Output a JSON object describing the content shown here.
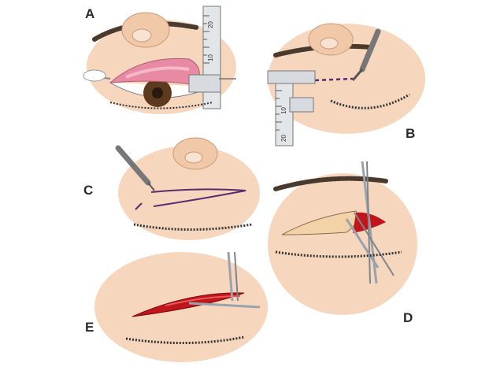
{
  "panels": [
    {
      "id": "A",
      "letter": "A"
    },
    {
      "id": "B",
      "letter": "B"
    },
    {
      "id": "C",
      "letter": "C"
    },
    {
      "id": "D",
      "letter": "D"
    },
    {
      "id": "E",
      "letter": "E"
    }
  ],
  "ruler_labels": {
    "A_top": "20",
    "A_mid": "10",
    "B_top": "20",
    "B_mid": "10"
  },
  "colors": {
    "skin": "#f6d7bd",
    "skin_shadow": "#e9b894",
    "brow": "#4a3a2e",
    "lash": "#333333",
    "conjunctiva": "#e98aa5",
    "iris": "#5b3a1e",
    "marker": "#5a2b6e",
    "blood": "#c0151a",
    "steel": "#9aa3ab",
    "text": "#2a2a2a"
  }
}
